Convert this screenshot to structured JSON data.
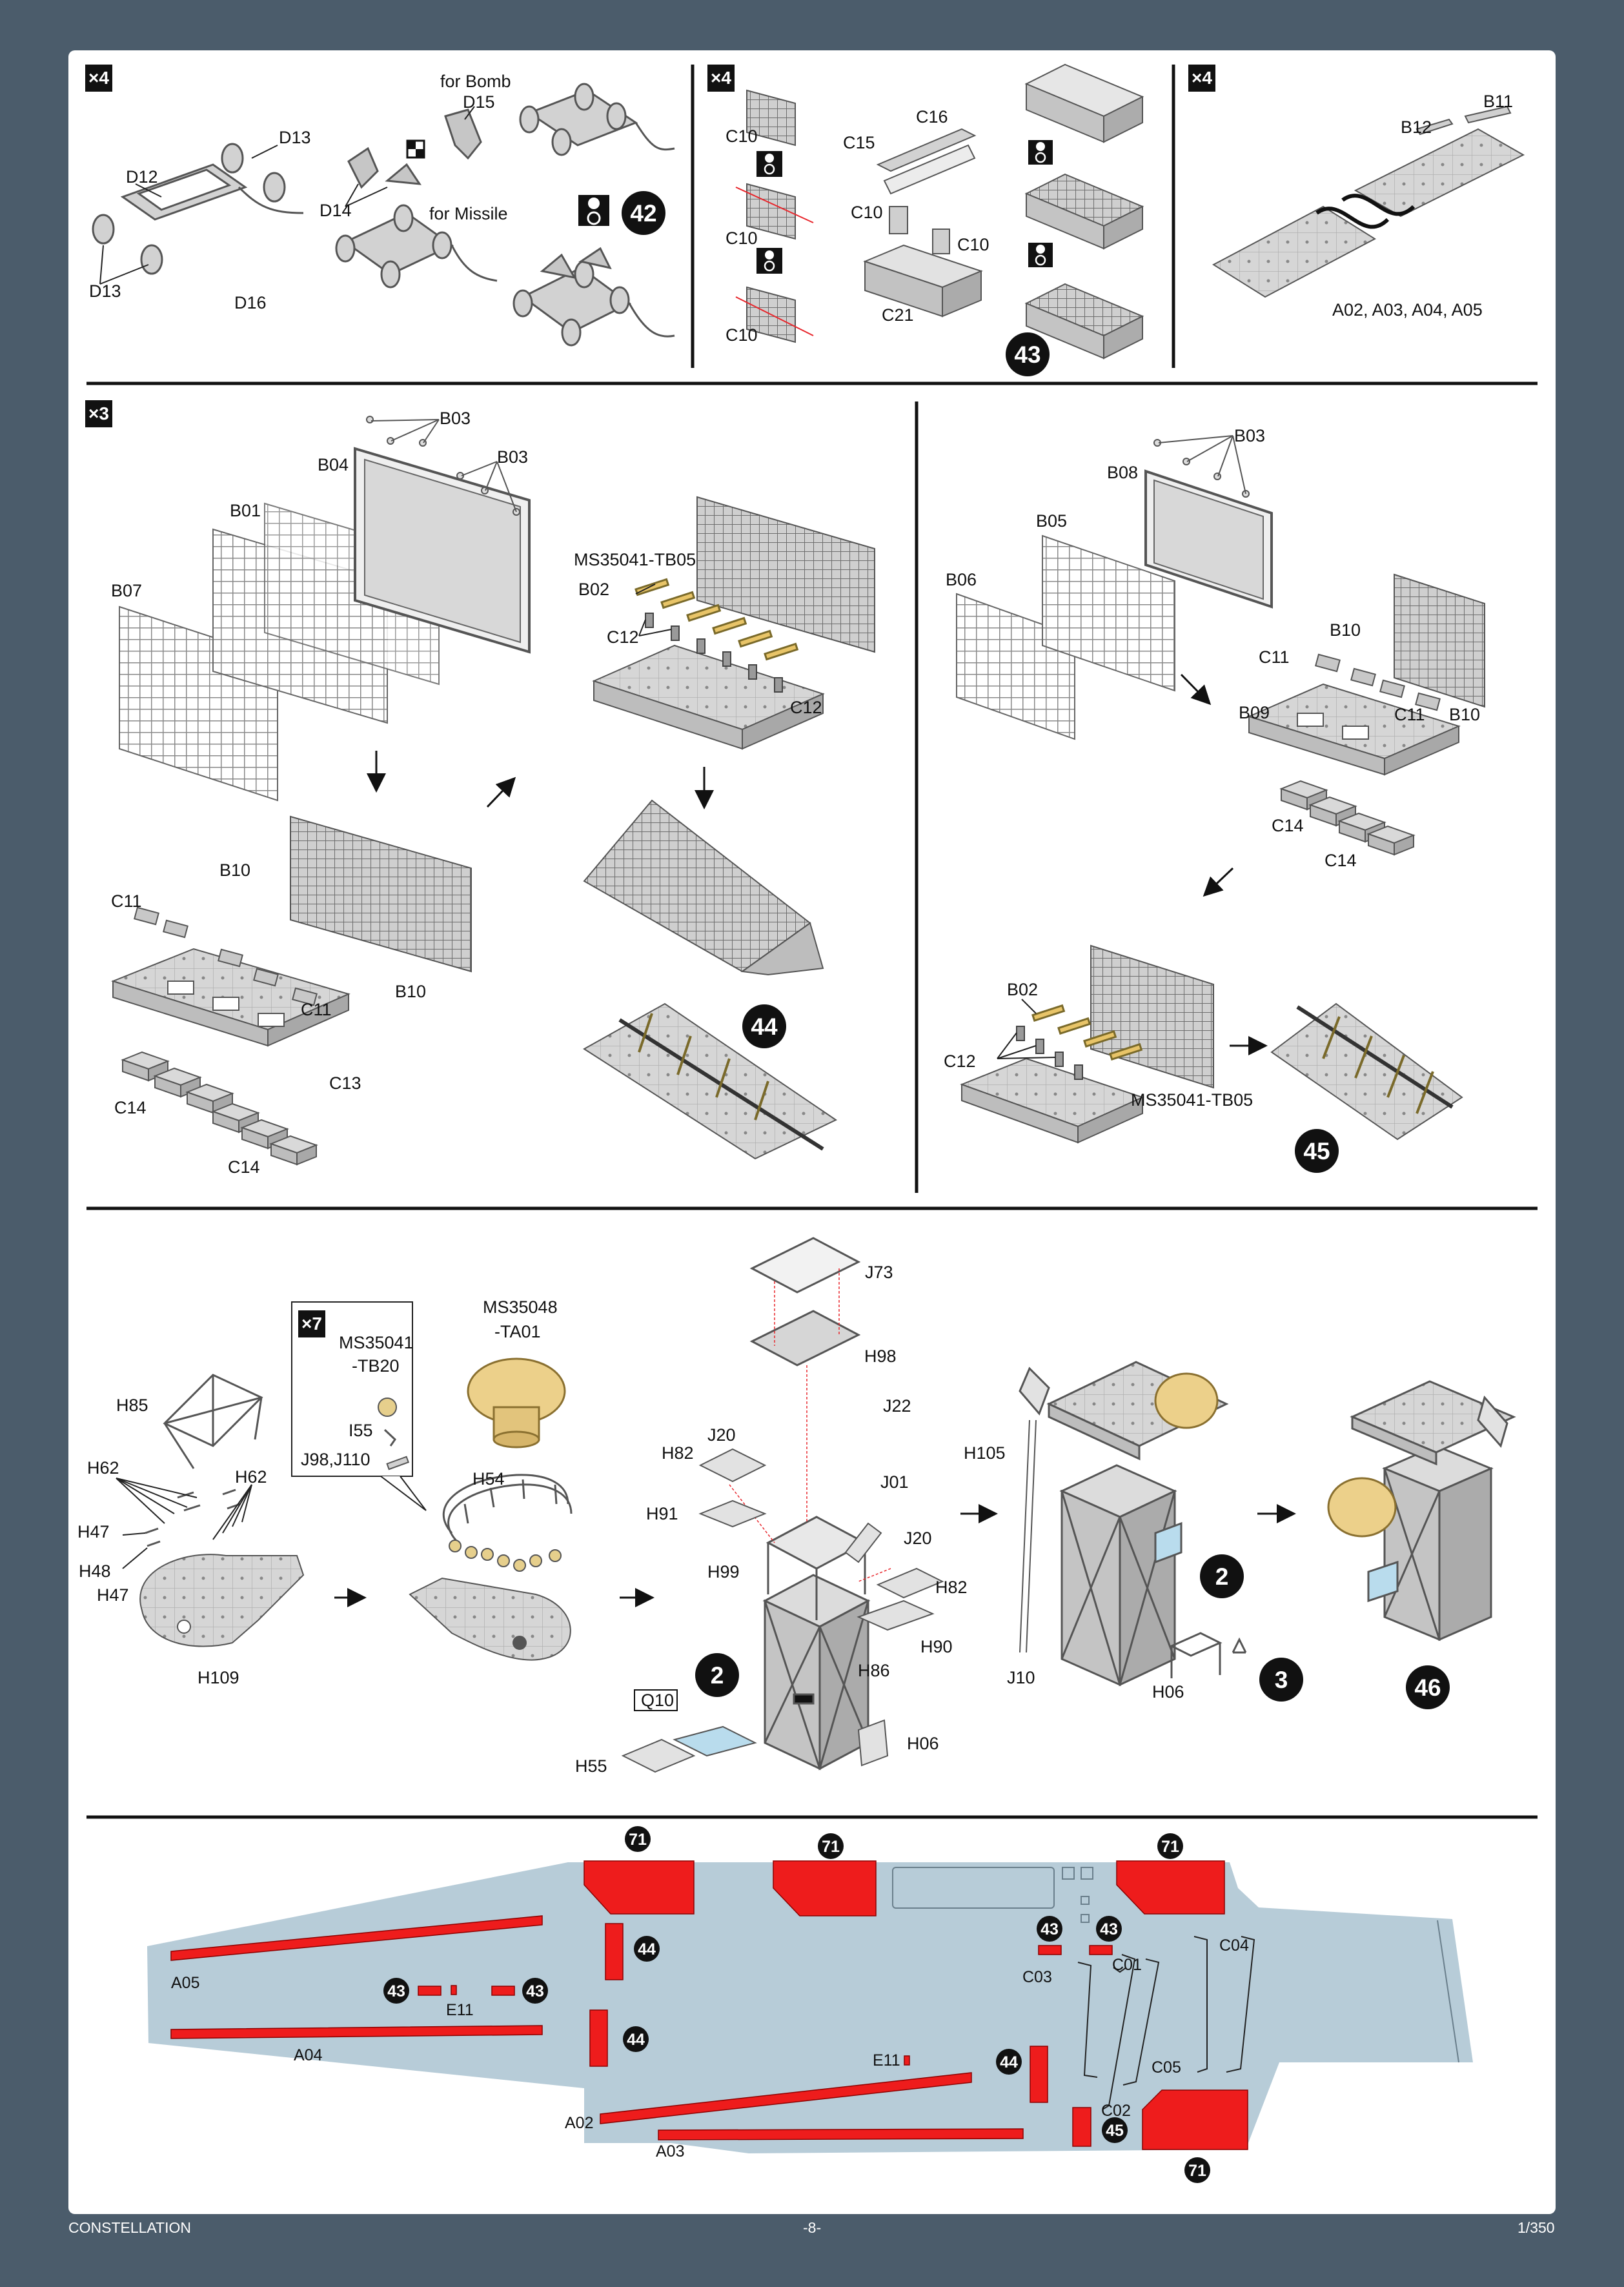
{
  "footer": {
    "left": "CONSTELLATION",
    "center": "-8-",
    "right": "1/350"
  },
  "colors": {
    "background": "#4b5c6b",
    "sheet": "#ffffff",
    "deck": "#b7ccd8",
    "highlight": "#ee1c1c",
    "part_grey": "#c8c8c8"
  },
  "steps": {
    "s42": "42",
    "s43": "43",
    "s44": "44",
    "s45": "45",
    "s46": "46",
    "sub2a": "2",
    "sub2b": "2",
    "sub3": "3"
  },
  "multipliers": {
    "m42": "×4",
    "m43": "×4",
    "m43b": "×4",
    "m44": "×3",
    "m46": "×7"
  },
  "labels": {
    "d13a": "D13",
    "d12": "D12",
    "d13b": "D13",
    "d16": "D16",
    "for_bomb": "for Bomb",
    "d15": "D15",
    "d14": "D14",
    "for_missile": "for Missile",
    "c10a": "C10",
    "c10b": "C10",
    "c10c": "C10",
    "c15": "C15",
    "c16": "C16",
    "c10d": "C10",
    "c10e": "C10",
    "c21": "C21",
    "b12": "B12",
    "b11": "B11",
    "a_parts": "A02, A03, A04, A05",
    "b03a": "B03",
    "b03b": "B03",
    "b04": "B04",
    "b01": "B01",
    "b07": "B07",
    "ms_tb05a": "MS35041-TB05",
    "b02a": "B02",
    "c12a": "C12",
    "c12b": "C12",
    "b10a": "B10",
    "c11a": "C11",
    "c11b": "C11",
    "b10b": "B10",
    "c13": "C13",
    "c14a": "C14",
    "c14b": "C14",
    "b03c": "B03",
    "b08": "B08",
    "b05": "B05",
    "b06": "B06",
    "b10c": "B10",
    "c11c": "C11",
    "c11d": "C11",
    "b10d": "B10",
    "b09": "B09",
    "c14c": "C14",
    "c14d": "C14",
    "b02b": "B02",
    "c12c": "C12",
    "ms_tb05b": "MS35041-TB05",
    "h85": "H85",
    "h62a": "H62",
    "h62b": "H62",
    "h47a": "H47",
    "h48": "H48",
    "h47b": "H47",
    "h109": "H109",
    "ms_tb20a": "MS35041",
    "ms_tb20b": "-TB20",
    "i55": "I55",
    "j98": "J98,J110",
    "ms_ta01a": "MS35048",
    "ms_ta01b": "-TA01",
    "h54": "H54",
    "j73": "J73",
    "h98": "H98",
    "j20a": "J20",
    "j22": "J22",
    "h82a": "H82",
    "j01": "J01",
    "h91": "H91",
    "j20b": "J20",
    "h99": "H99",
    "h82b": "H82",
    "h90": "H90",
    "h86": "H86",
    "q10": "Q10",
    "h55": "H55",
    "h06a": "H06",
    "h105": "H105",
    "j10": "J10",
    "h06b": "H06",
    "a05": "A05",
    "a04": "A04",
    "a02": "A02",
    "a03": "A03",
    "e11a": "E11",
    "e11b": "E11",
    "c03": "C03",
    "c01": "C01",
    "c04": "C04",
    "c05": "C05",
    "c02": "C02"
  },
  "deck_markers": {
    "m71a": "71",
    "m71b": "71",
    "m71c": "71",
    "m71d": "71",
    "m44a": "44",
    "m44b": "44",
    "m44c": "44",
    "m43a": "43",
    "m43b": "43",
    "m43c": "43",
    "m43d": "43",
    "m45": "45"
  }
}
